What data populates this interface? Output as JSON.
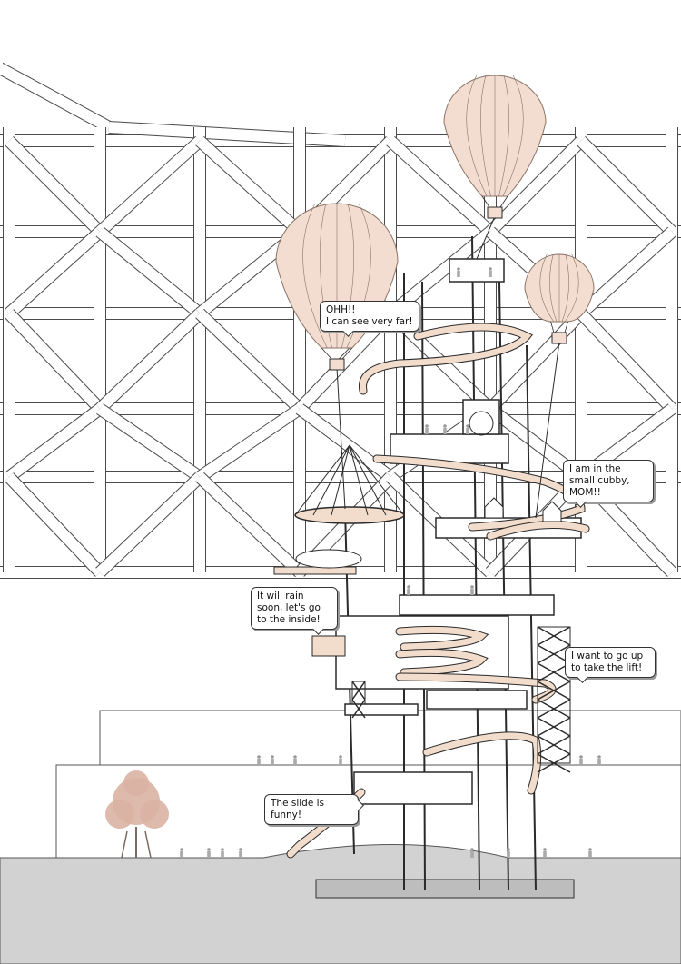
{
  "speech_bubbles": [
    {
      "name": "bubble-see-far",
      "text": "OHH!!\nI can see very far!"
    },
    {
      "name": "bubble-small-cubby",
      "text": "I am in the small cubby, MOM!!"
    },
    {
      "name": "bubble-rain-soon",
      "text": "It will rain soon, let's go to the inside!"
    },
    {
      "name": "bubble-take-lift",
      "text": "I want to go up to take the  lift!"
    },
    {
      "name": "bubble-slide-funny",
      "text": "The slide is funny!"
    }
  ],
  "colors": {
    "balloon_fill": "#f3ddd1",
    "balloon_stroke": "#8a7468",
    "platform_fill": "#f2dccc",
    "ground_fill": "#d2d2d2",
    "truss_stroke": "#4a4a4a",
    "tree_fill": "#d9b3a3",
    "structure_stroke": "#2a2a2a"
  }
}
